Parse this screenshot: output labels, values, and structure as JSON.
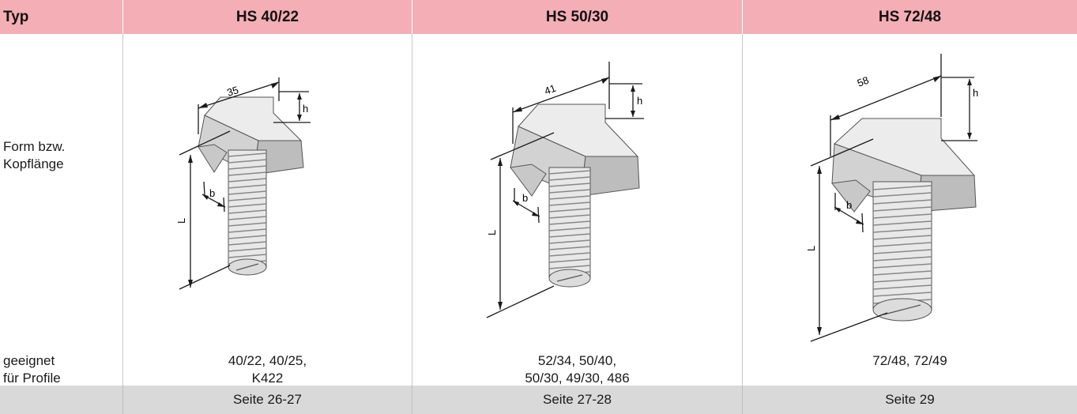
{
  "header": {
    "type_label": "Typ",
    "columns": [
      "HS 40/22",
      "HS 50/30",
      "HS 72/48"
    ]
  },
  "row_labels": {
    "form_line1": "Form bzw.",
    "form_line2": "Kopflänge",
    "suitable_line1": "geeignet",
    "suitable_line2": "für Profile"
  },
  "products": [
    {
      "dim_length": "35",
      "dim_h": "h",
      "dim_b": "b",
      "dim_L": "L",
      "profiles_line1": "40/22, 40/25,",
      "profiles_line2": "K422",
      "page": "Seite 26-27"
    },
    {
      "dim_length": "41",
      "dim_h": "h",
      "dim_b": "b",
      "dim_L": "L",
      "profiles_line1": "52/34, 50/40,",
      "profiles_line2": "50/30, 49/30, 486",
      "page": "Seite 27-28"
    },
    {
      "dim_length": "58",
      "dim_h": "h",
      "dim_b": "b",
      "dim_L": "L",
      "profiles_line1": "72/48, 72/49",
      "profiles_line2": "",
      "page": "Seite 29"
    }
  ],
  "colors": {
    "header_bg": "#f4aeb5",
    "footer_bg": "#d9d9d9",
    "line": "#1a1a1a"
  }
}
